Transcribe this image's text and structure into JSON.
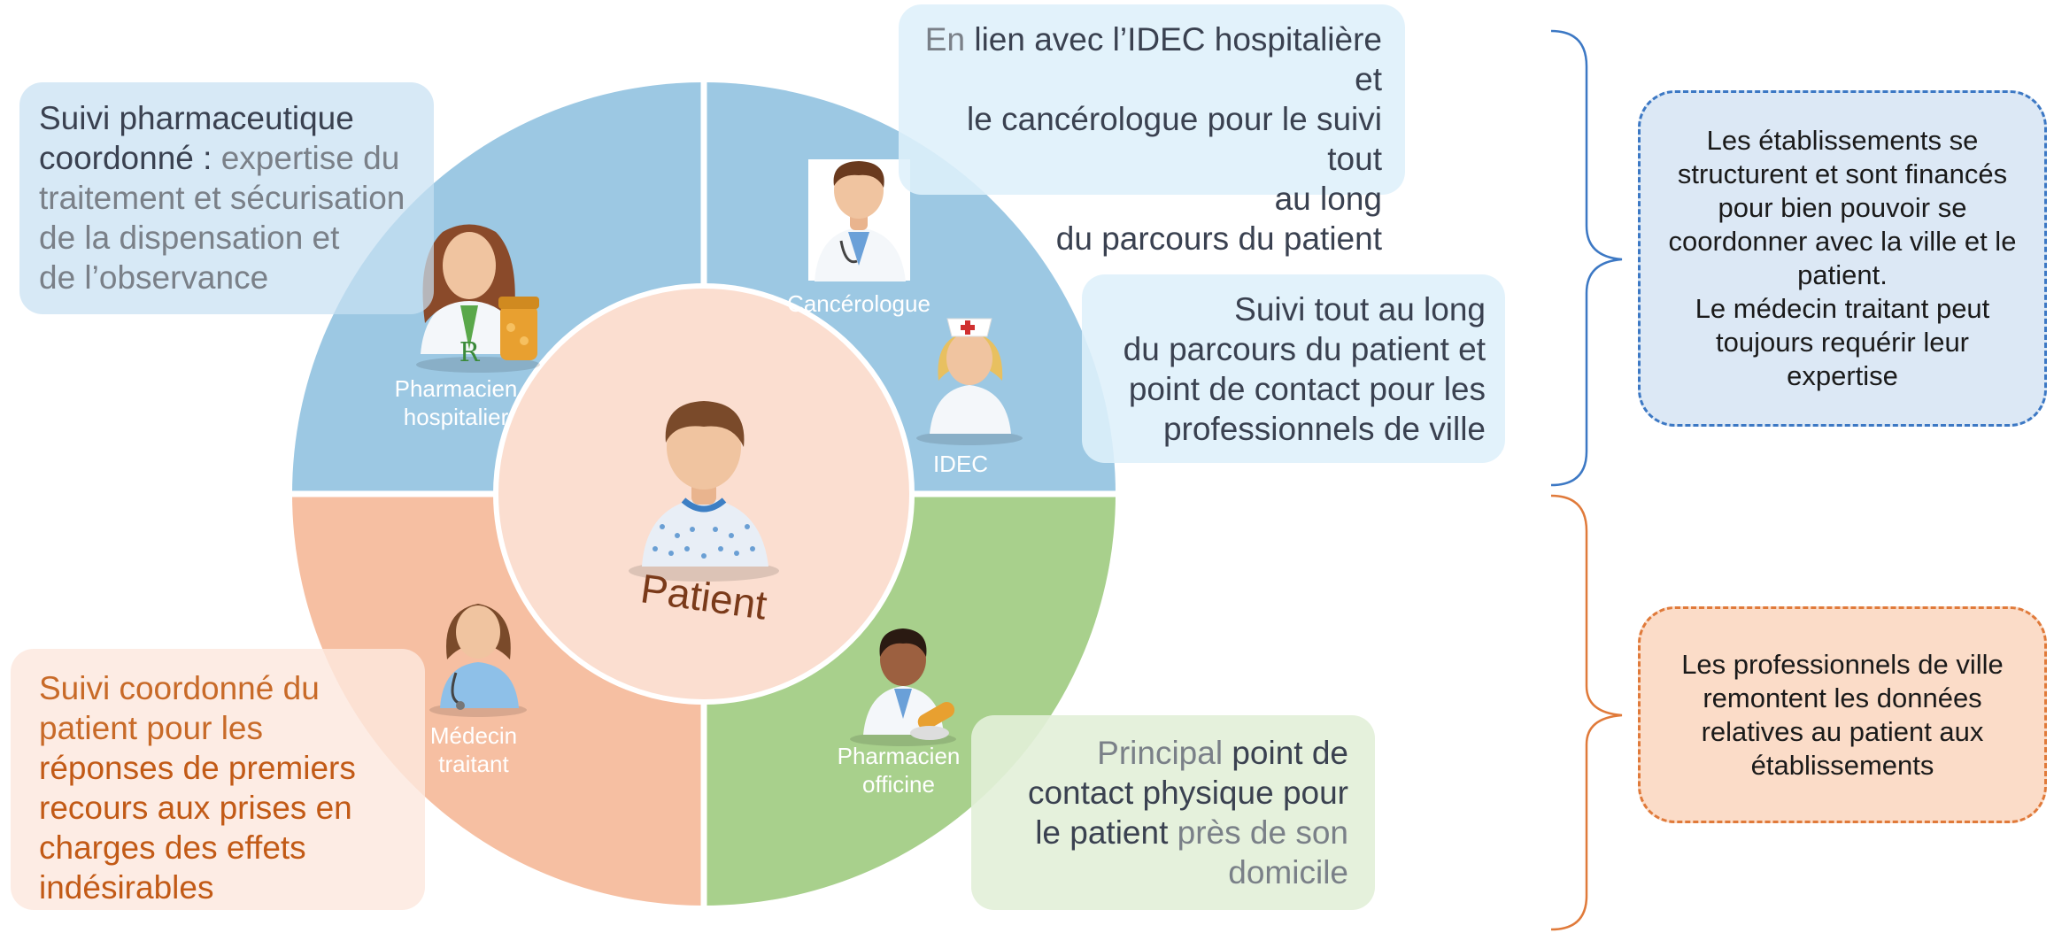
{
  "center": {
    "label": "Patient"
  },
  "roles": {
    "pharmacien_hospitalier": "Pharmacien\nhospitalier",
    "cancerologue": "Cancérologue",
    "idec": "IDEC",
    "medecin_traitant": "Médecin\ntraitant",
    "pharmacien_officine": "Pharmacien\nofficine"
  },
  "callouts": {
    "pharmacien_hospitalier": {
      "line1": "Suivi pharmaceutique",
      "line2_strong": "coordonné :",
      "line2_rest": " expertise du",
      "line3": "traitement et sécurisation",
      "line4": "de la dispensation et",
      "line5": "de l’observance"
    },
    "cancerologue": {
      "line1_light": "En",
      "line1_rest": " lien avec l’IDEC hospitalière et",
      "line2": "le cancérologue pour le suivi tout",
      "line3": "au long",
      "line4": "du parcours du patient"
    },
    "idec": {
      "line1": "Suivi tout au long",
      "line2": "du parcours du patient et",
      "line3": "point de contact pour les",
      "line4": "professionnels de ville"
    },
    "medecin_traitant": {
      "line1": "Suivi coordonné du",
      "line2": "patient pour les",
      "line3": "réponses de premiers",
      "line4": "recours aux prises en",
      "line5": "charges des effets",
      "line6": "indésirables"
    },
    "pharmacien_officine": {
      "line1_light": "Principal",
      "line1_strong": " point de",
      "line2": "contact physique pour",
      "line3_strong": "le patient",
      "line3_light": " près de son",
      "line4": "domicile"
    }
  },
  "side_notes": {
    "etablissements": "Les établissements se structurent et sont financés pour bien pouvoir se coordonner avec la ville et le patient.\nLe médecin traitant peut toujours requérir leur expertise",
    "professionnels": "Les professionnels de ville remontent les données relatives au patient aux établissements"
  },
  "colors": {
    "blue_quadrant": "#9cc8e3",
    "orange_quadrant": "#f6bfa2",
    "green_quadrant": "#a8d08c",
    "center": "#fbded0",
    "blue_brace": "#3c78c4",
    "orange_brace": "#e07a3a"
  }
}
